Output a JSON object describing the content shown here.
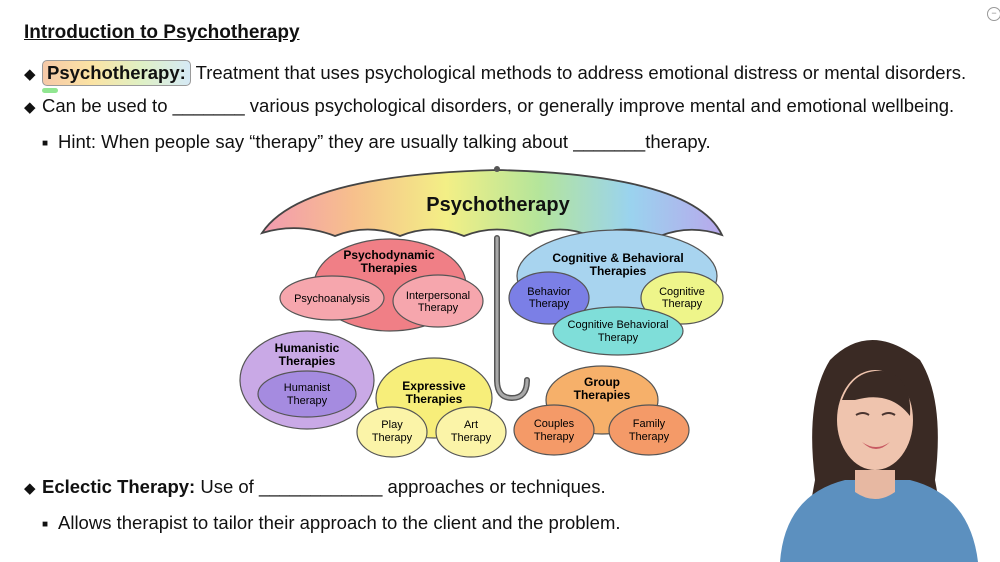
{
  "title": "Introduction to Psychotherapy",
  "bullets": {
    "b1": {
      "term": "Psychotherapy:",
      "text": " Treatment that uses psychological methods to address emotional distress or mental disorders."
    },
    "b2": {
      "text": "Can be used to _______ various psychological disorders, or generally improve mental and emotional wellbeing."
    },
    "b2_sub": {
      "text": "Hint: When people say “therapy” they are usually talking about _______therapy."
    },
    "b3": {
      "term": "Eclectic Therapy:",
      "text": " Use of ____________ approaches or techniques."
    },
    "b3_sub": {
      "text": "Allows therapist to tailor their approach to the client and the problem."
    }
  },
  "diagram": {
    "umbrella_label": "Psychotherapy",
    "psychodynamic": {
      "line1": "Psychodynamic",
      "line2": "Therapies",
      "child1": "Psychoanalysis",
      "child2_line1": "Interpersonal",
      "child2_line2": "Therapy"
    },
    "cognitive_behavioral": {
      "line1": "Cognitive & Behavioral",
      "line2": "Therapies",
      "child1_line1": "Behavior",
      "child1_line2": "Therapy",
      "child2_line1": "Cognitive",
      "child2_line2": "Therapy",
      "child3_line1": "Cognitive Behavioral",
      "child3_line2": "Therapy"
    },
    "humanistic": {
      "line1": "Humanistic",
      "line2": "Therapies",
      "child1_line1": "Humanist",
      "child1_line2": "Therapy"
    },
    "expressive": {
      "line1": "Expressive",
      "line2": "Therapies",
      "child1_line1": "Play",
      "child1_line2": "Therapy",
      "child2_line1": "Art",
      "child2_line2": "Therapy"
    },
    "group": {
      "line1": "Group",
      "line2": "Therapies",
      "child1_line1": "Couples",
      "child1_line2": "Therapy",
      "child2_line1": "Family",
      "child2_line2": "Therapy"
    },
    "colors": {
      "psychodynamic": "#f07f86",
      "psychodynamic_child": "#f6a6ad",
      "cognitive": "#a8d4ef",
      "behavior": "#7b7fe6",
      "cognitive_child": "#eef58a",
      "cbt": "#7fded9",
      "humanistic": "#c9a9e6",
      "humanist": "#a58be0",
      "expressive": "#f7ee7a",
      "expressive_child": "#fbf4a8",
      "group": "#f6b06a",
      "group_child": "#f49a68"
    }
  }
}
